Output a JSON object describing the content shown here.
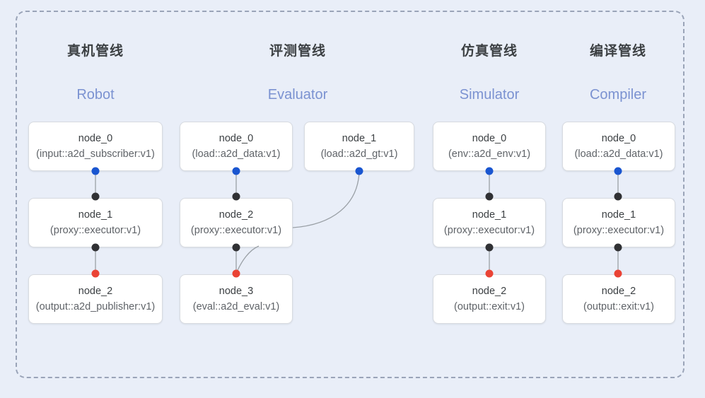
{
  "diagram": {
    "background_color": "#e9eef8",
    "frame_border_color": "#9aa4b8",
    "accent_color": "#7b92d1",
    "port_colors": {
      "input": "#1a56d0",
      "internal": "#303134",
      "output": "#ea4335"
    },
    "edge_color": "#9aa0a6"
  },
  "columns": [
    {
      "id": "robot",
      "title_cn": "真机管线",
      "title_en": "Robot",
      "nodes": [
        {
          "name": "node_0",
          "type": "(input::a2d_subscriber:v1)"
        },
        {
          "name": "node_1",
          "type": "(proxy::executor:v1)"
        },
        {
          "name": "node_2",
          "type": "(output::a2d_publisher:v1)"
        }
      ]
    },
    {
      "id": "evaluator",
      "title_cn": "评测管线",
      "title_en": "Evaluator",
      "nodes": [
        {
          "name": "node_0",
          "type": "(load::a2d_data:v1)"
        },
        {
          "name": "node_2",
          "type": "(proxy::executor:v1)"
        },
        {
          "name": "node_3",
          "type": "(eval::a2d_eval:v1)"
        },
        {
          "name": "node_1",
          "type": "(load::a2d_gt:v1)"
        }
      ]
    },
    {
      "id": "simulator",
      "title_cn": "仿真管线",
      "title_en": "Simulator",
      "nodes": [
        {
          "name": "node_0",
          "type": "(env::a2d_env:v1)"
        },
        {
          "name": "node_1",
          "type": "(proxy::executor:v1)"
        },
        {
          "name": "node_2",
          "type": "(output::exit:v1)"
        }
      ]
    },
    {
      "id": "compiler",
      "title_cn": "编译管线",
      "title_en": "Compiler",
      "nodes": [
        {
          "name": "node_0",
          "type": "(load::a2d_data:v1)"
        },
        {
          "name": "node_1",
          "type": "(proxy::executor:v1)"
        },
        {
          "name": "node_2",
          "type": "(output::exit:v1)"
        }
      ]
    }
  ]
}
